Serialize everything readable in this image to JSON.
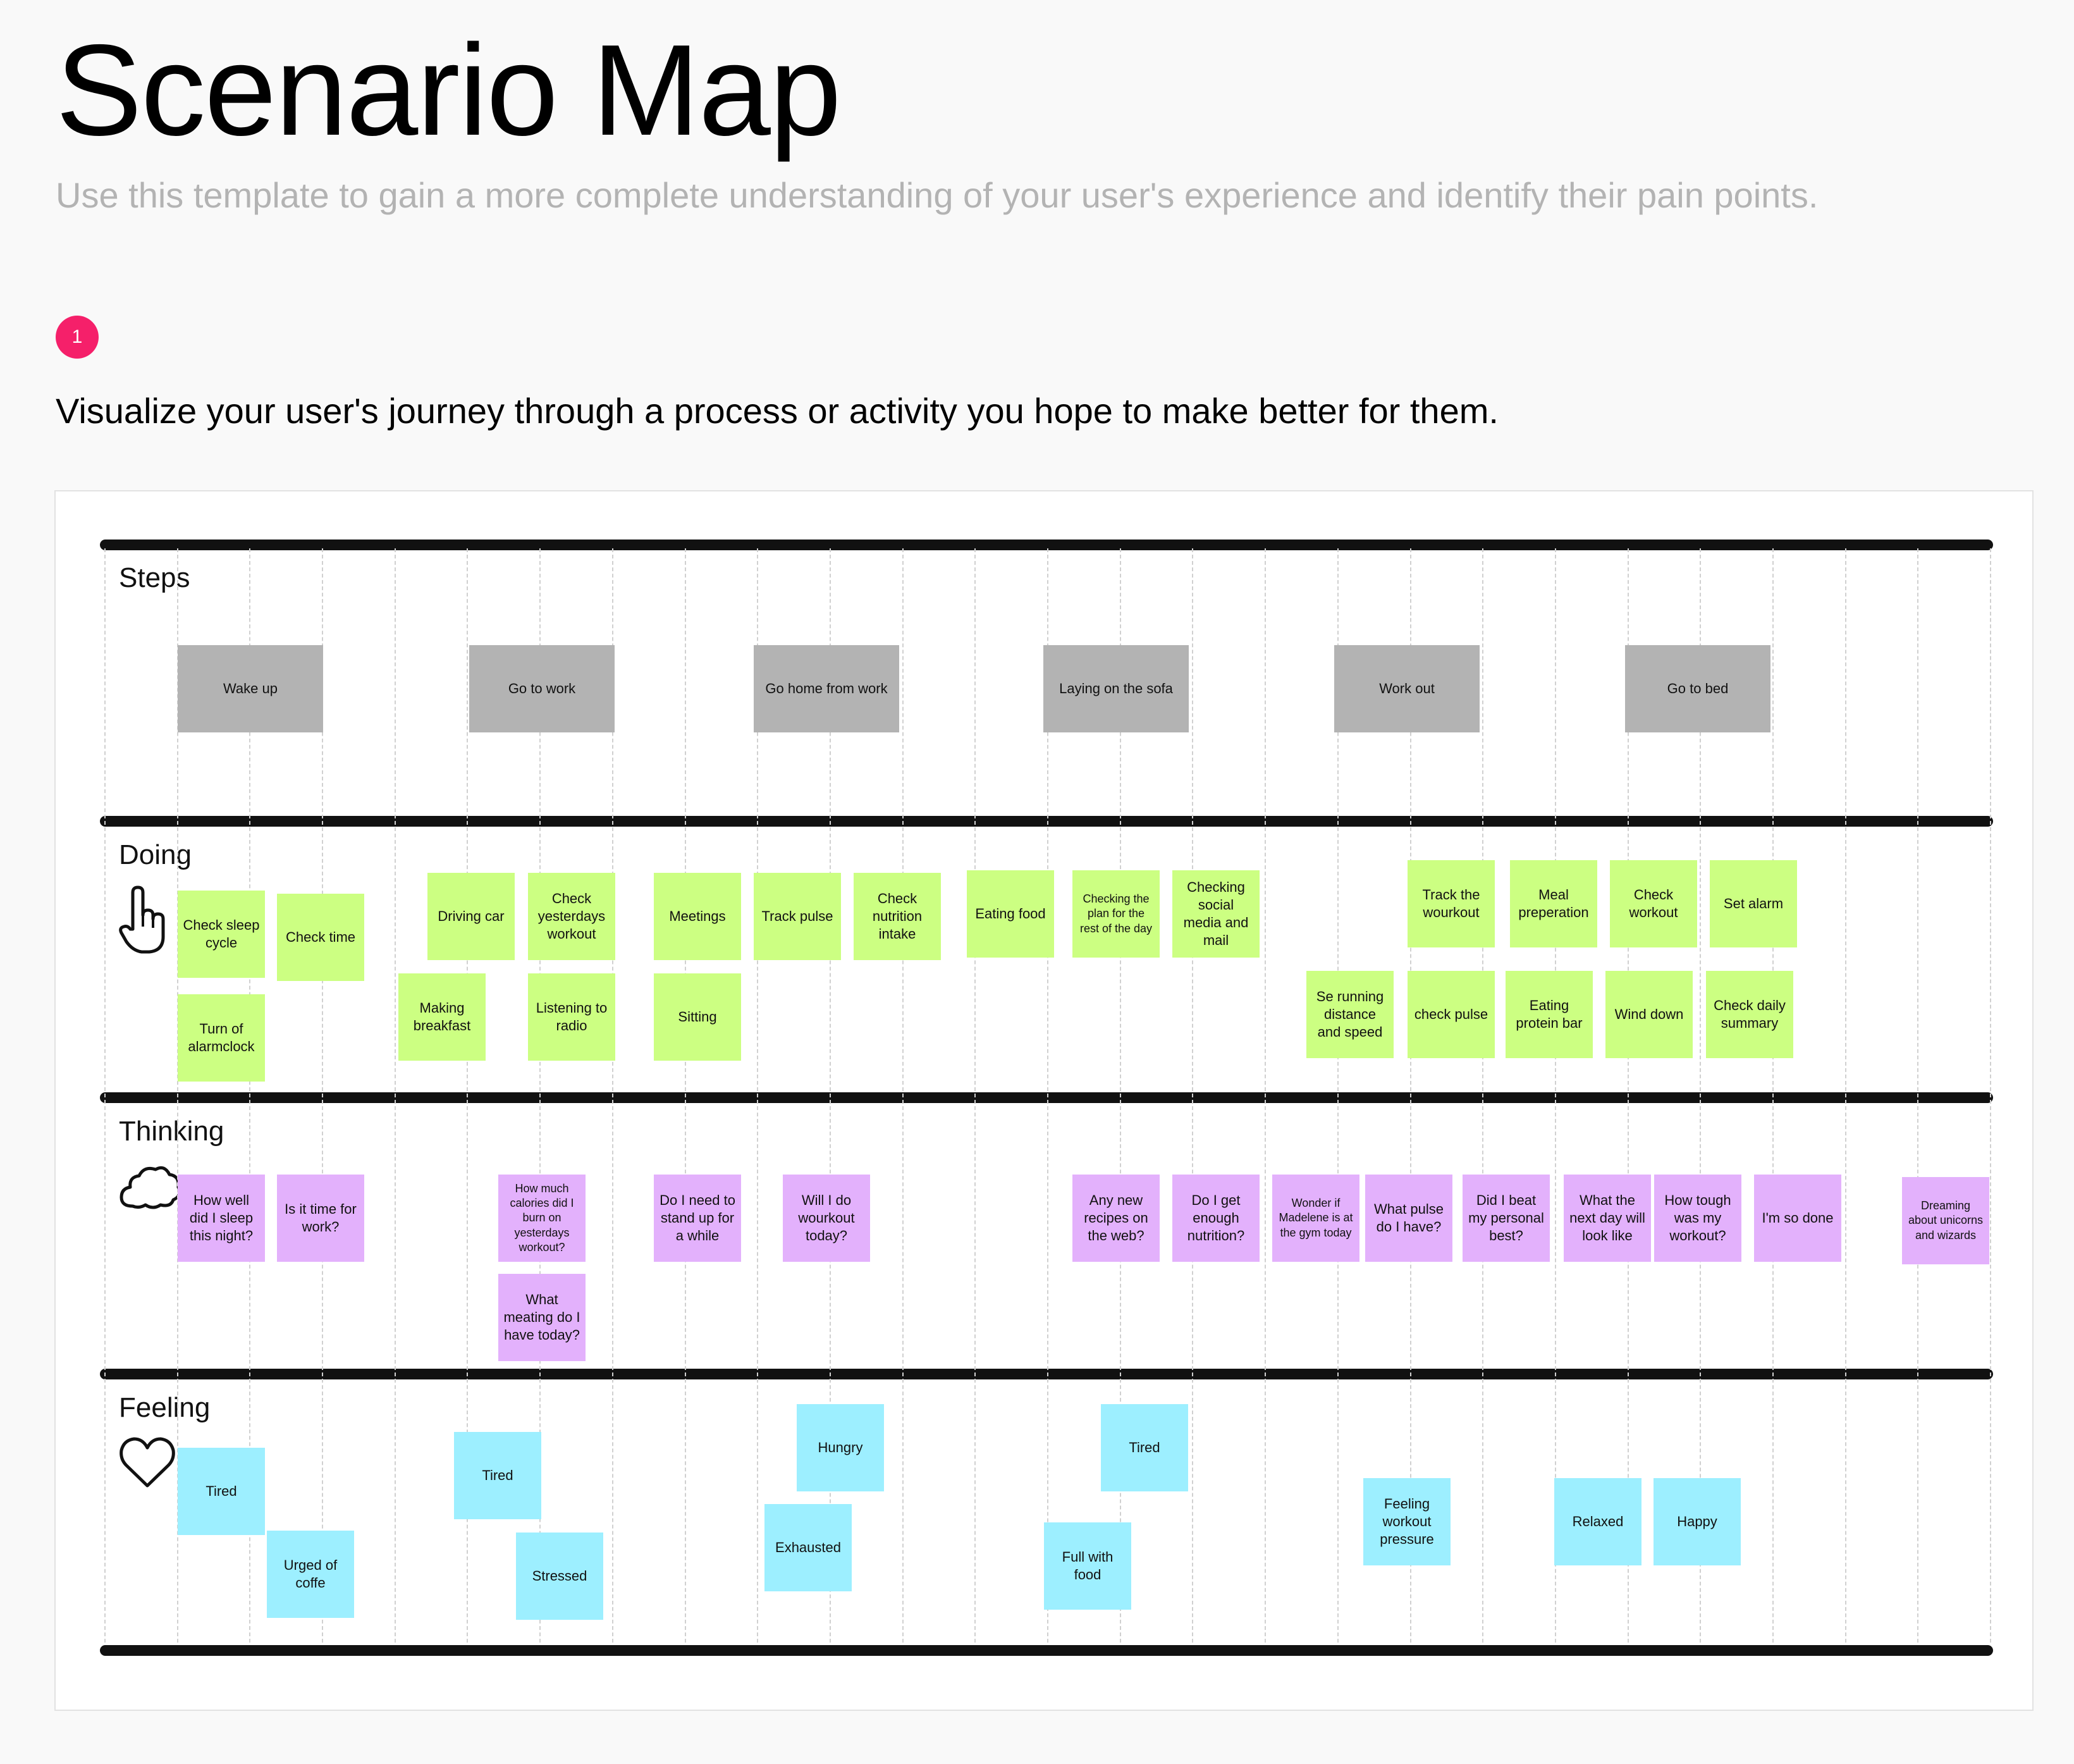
{
  "title": "Scenario Map",
  "subtitle": "Use this template to gain a more complete understanding of your user's experience and identify their pain points.",
  "step_number": "1",
  "instruction": "Visualize your user's journey through a process or activity you hope to make better for them.",
  "lanes": {
    "steps": "Steps",
    "doing": "Doing",
    "thinking": "Thinking",
    "feeling": "Feeling"
  },
  "icons": {
    "doing": "hand-pointer-icon",
    "thinking": "cloud-icon",
    "feeling": "heart-icon"
  },
  "colors": {
    "steps": "#b3b3b3",
    "doing": "#ccff82",
    "thinking": "#e3b1fc",
    "feeling": "#9defff",
    "badge": "#f5206a"
  },
  "steps": [
    "Wake up",
    "Go to work",
    "Go home from work",
    "Laying on the sofa",
    "Work out",
    "Go to bed"
  ],
  "doing": [
    "Check sleep cycle",
    "Check time",
    "Turn of alarmclock",
    "Driving car",
    "Check yesterdays workout",
    "Making breakfast",
    "Listening to radio",
    "Meetings",
    "Sitting",
    "Track pulse",
    "Check nutrition intake",
    "Eating food",
    "Checking the plan for the rest of the day",
    "Checking social media and mail",
    "Track the wourkout",
    "Meal preperation",
    "Check workout",
    "Set alarm",
    "Se running distance and speed",
    "check pulse",
    "Eating protein bar",
    "Wind down",
    "Check daily summary"
  ],
  "thinking": [
    "How well did I sleep this night?",
    "Is it time for work?",
    "How much calories did I burn on yesterdays workout?",
    "What meating do I have today?",
    "Do I need to stand up for a while",
    "Will I do wourkout today?",
    "Any new recipes on the web?",
    "Do I get enough nutrition?",
    "Wonder if Madelene is at the gym today",
    "What pulse do I have?",
    "Did I beat my personal best?",
    "What the next day will look like",
    "How tough was my workout?",
    "I'm so done",
    "Dreaming about unicorns and wizards"
  ],
  "feeling": [
    "Tired",
    "Urged of coffe",
    "Tired",
    "Stressed",
    "Hungry",
    "Exhausted",
    "Tired",
    "Full with food",
    "Feeling workout pressure",
    "Relaxed",
    "Happy"
  ]
}
